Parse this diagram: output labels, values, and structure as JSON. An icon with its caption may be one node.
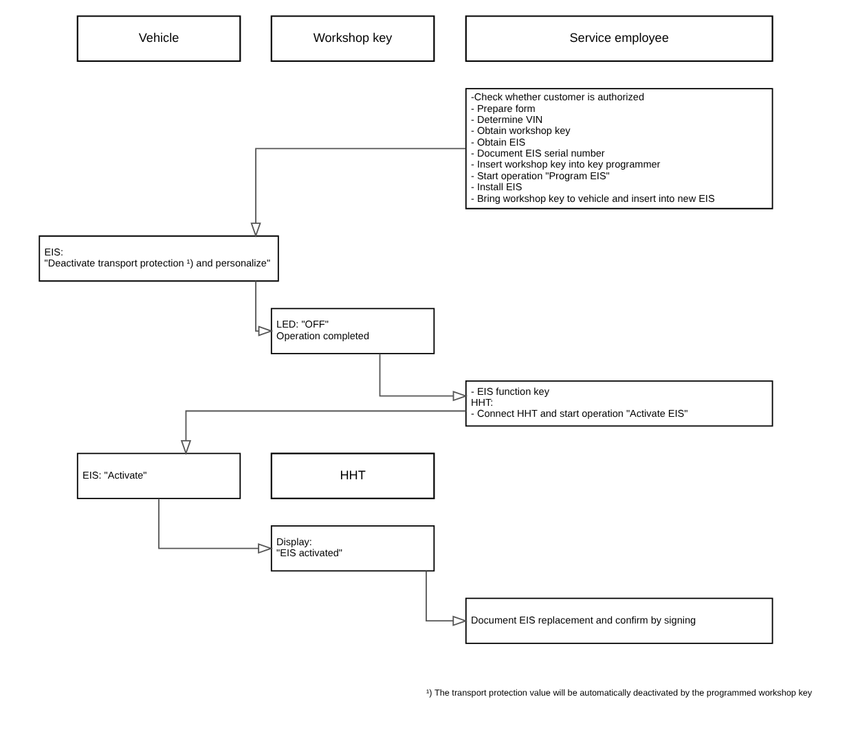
{
  "diagram": {
    "nodes": [
      {
        "text": [
          "Vehicle"
        ]
      },
      {
        "text": [
          "Workshop key"
        ]
      },
      {
        "text": [
          "Service employee"
        ]
      },
      {
        "text": [
          "-Check whether customer is authorized",
          "- Prepare form",
          "- Determine VIN",
          "- Obtain workshop key",
          "- Obtain EIS",
          "- Document EIS serial number",
          "- Insert workshop key into key programmer",
          "- Start operation \"Program EIS\"",
          "- Install EIS",
          "- Bring workshop key to vehicle and insert into new EIS"
        ]
      },
      {
        "text": [
          "EIS:",
          "\"Deactivate transport protection ¹) and personalize\""
        ]
      },
      {
        "text": [
          "LED: \"OFF\"",
          "Operation completed"
        ]
      },
      {
        "text": [
          "- EIS function key",
          "HHT:",
          "- Connect HHT and start operation \"Activate EIS\""
        ]
      },
      {
        "text": [
          "EIS: \"Activate\""
        ]
      },
      {
        "text": [
          "HHT"
        ]
      },
      {
        "text": [
          "Display:",
          "\"EIS activated\""
        ]
      },
      {
        "text": [
          "Document EIS replacement and confirm by signing"
        ]
      }
    ],
    "edges": [
      {
        "from": 3,
        "to": 4,
        "arrow": "to"
      },
      {
        "from": 4,
        "to": 5,
        "arrow": "to"
      },
      {
        "from": 5,
        "to": 6,
        "arrow": "to"
      },
      {
        "from": 6,
        "to": 7,
        "arrow": "to"
      },
      {
        "from": 7,
        "to": 9,
        "arrow": "to"
      },
      {
        "from": 9,
        "to": 10,
        "arrow": "to"
      }
    ],
    "labels": [
      "¹) The transport protection value will be automatically deactivated by the programmed workshop key"
    ]
  }
}
